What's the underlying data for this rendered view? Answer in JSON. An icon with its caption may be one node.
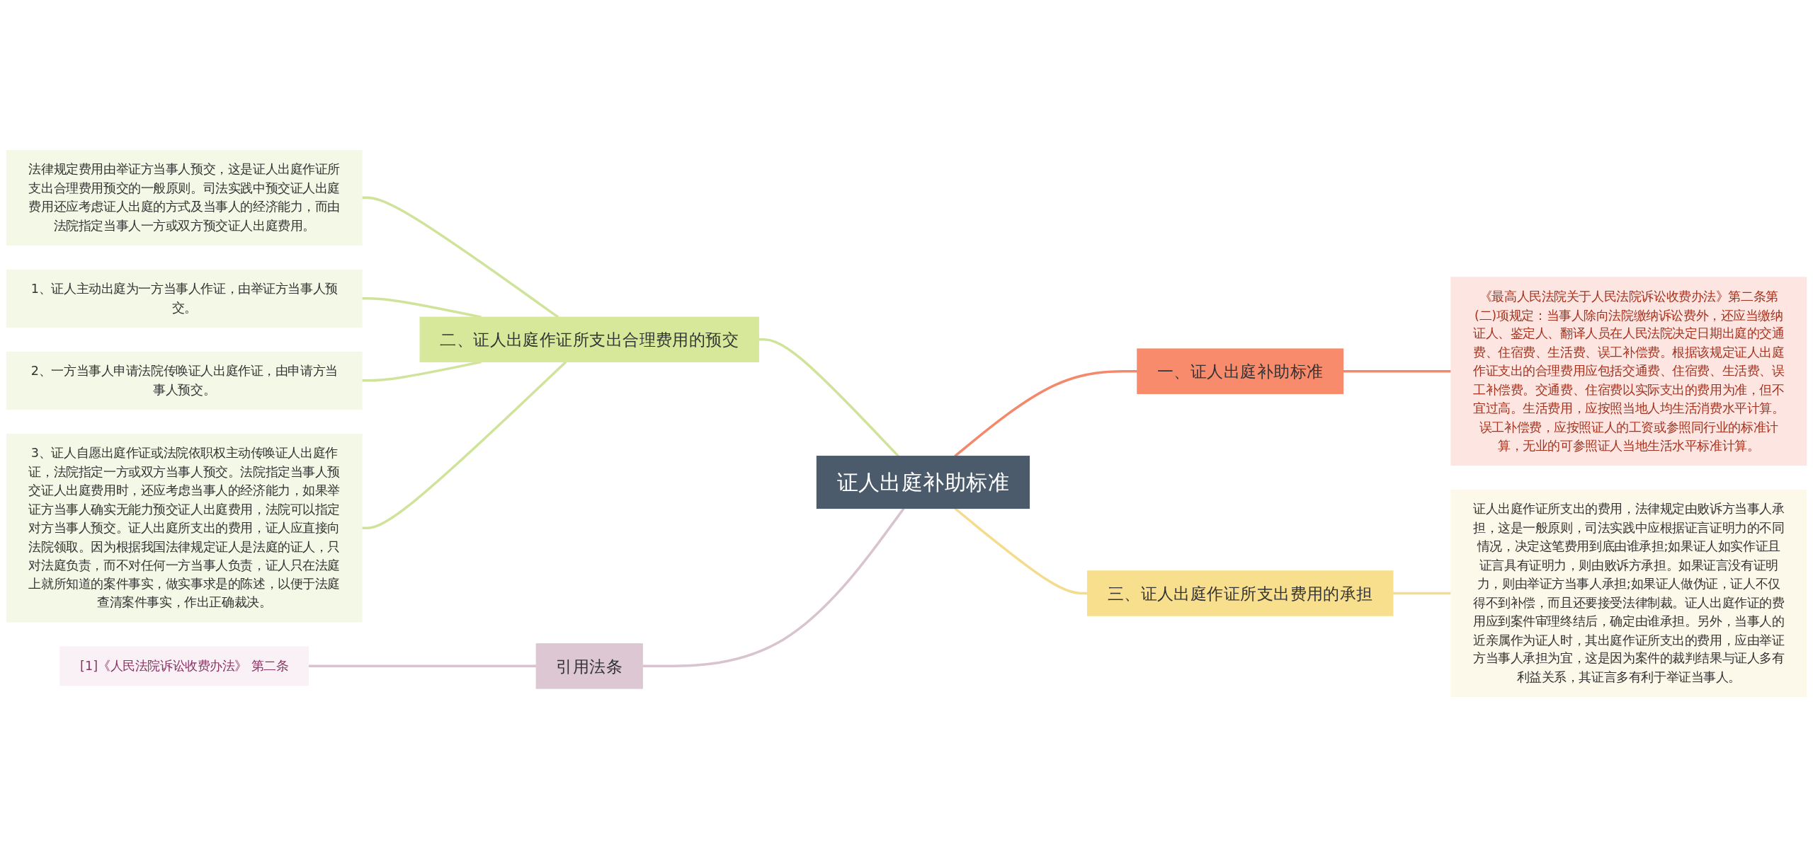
{
  "diagram": {
    "nodes": [
      {
        "text": [
          "证人出庭补助标准"
        ]
      },
      {
        "text": [
          "二、证人出庭作证所支出合理费用的预交"
        ]
      },
      {
        "text": [
          "法律规定费用由举证方当事人预交，这是证人出庭作证所支出合理费用预交的一般原则。司法实践中预交证人出庭费用还应考虑证人出庭的方式及当事人的经济能力，而由法院指定当事人一方或双方预交证人出庭费用。"
        ]
      },
      {
        "text": [
          "1、证人主动出庭为一方当事人作证，由举证方当事人预交。"
        ]
      },
      {
        "text": [
          "2、一方当事人申请法院传唤证人出庭作证，由申请方当事人预交。"
        ]
      },
      {
        "text": [
          "3、证人自愿出庭作证或法院依职权主动传唤证人出庭作证，法院指定一方或双方当事人预交。法院指定当事人预交证人出庭费用时，还应考虑当事人的经济能力，如果举证方当事人确实无能力预交证人出庭费用，法院可以指定对方当事人预交。证人出庭所支出的费用，证人应直接向法院领取。因为根据我国法律规定证人是法庭的证人，只对法庭负责，而不对任何一方当事人负责，证人只在法庭上就所知道的案件事实，做实事求是的陈述，以便于法庭查清案件事实，作出正确裁决。"
        ]
      },
      {
        "text": [
          "引用法条"
        ]
      },
      {
        "text": [
          "[1]《人民法院诉讼收费办法》 第二条"
        ]
      },
      {
        "text": [
          "一、证人出庭补助标准"
        ]
      },
      {
        "text": [
          "《最高人民法院关于人民法院诉讼收费办法》第二条第(二)项规定：当事人除向法院缴纳诉讼费外，还应当缴纳证人、鉴定人、翻译人员在人民法院决定日期出庭的交通费、住宿费、生活费、误工补偿费。根据该规定证人出庭作证支出的合理费用应包括交通费、住宿费、生活费、误工补偿费。交通费、住宿费以实际支出的费用为准，但不宜过高。生活费用，应按照当地人均生活消费水平计算。误工补偿费，应按照证人的工资或参照同行业的标准计算，无业的可参照证人当地生活水平标准计算。"
        ]
      },
      {
        "text": [
          "三、证人出庭作证所支出费用的承担"
        ]
      },
      {
        "text": [
          "证人出庭作证所支出的费用，法律规定由败诉方当事人承担，这是一般原则，司法实践中应根据证言证明力的不同情况，决定这笔费用到底由谁承担;如果证人如实作证且证言具有证明力，则由败诉方承担。如果证言没有证明力，则由举证方当事人承担;如果证人做伪证，证人不仅得不到补偿，而且还要接受法律制裁。证人出庭作证的费用应到案件审理终结后，确定由谁承担。另外，当事人的近亲属作为证人时，其出庭作证所支出的费用，应由举证方当事人承担为宜，这是因为案件的裁判结果与证人多有利益关系，其证言多有利于举证当事人。"
        ]
      }
    ],
    "edges": [
      {
        "from": 0,
        "to": 1,
        "arrow": "none",
        "color": "#cfe39a"
      },
      {
        "from": 1,
        "to": 2,
        "arrow": "none",
        "color": "#cfe39a"
      },
      {
        "from": 1,
        "to": 3,
        "arrow": "none",
        "color": "#cfe39a"
      },
      {
        "from": 1,
        "to": 4,
        "arrow": "none",
        "color": "#cfe39a"
      },
      {
        "from": 1,
        "to": 5,
        "arrow": "none",
        "color": "#cfe39a"
      },
      {
        "from": 0,
        "to": 6,
        "arrow": "none",
        "color": "#d8c3cf"
      },
      {
        "from": 6,
        "to": 7,
        "arrow": "none",
        "color": "#d8c3cf"
      },
      {
        "from": 0,
        "to": 8,
        "arrow": "none",
        "color": "#f3886a"
      },
      {
        "from": 8,
        "to": 9,
        "arrow": "none",
        "color": "#f3886a"
      },
      {
        "from": 0,
        "to": 10,
        "arrow": "none",
        "color": "#f5dc8c"
      },
      {
        "from": 10,
        "to": 11,
        "arrow": "none",
        "color": "#f5dc8c"
      }
    ]
  }
}
